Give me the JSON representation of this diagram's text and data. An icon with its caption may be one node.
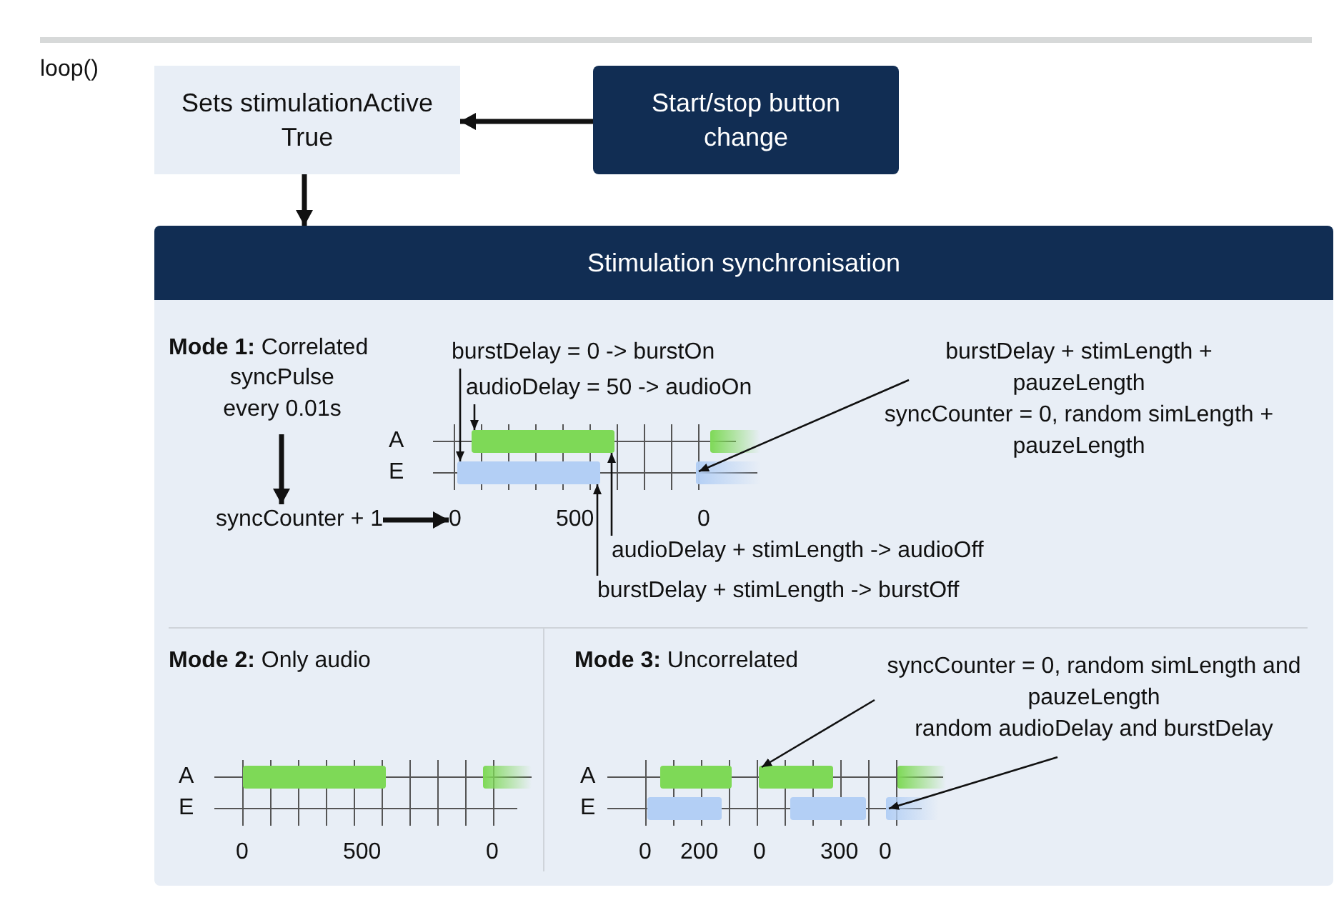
{
  "diagram": {
    "nodes": [
      {
        "text": [
          "Sets stimulationActive True"
        ]
      },
      {
        "text": [
          "Start/stop button change"
        ]
      },
      {
        "text": [
          "Stimulation synchronisation"
        ]
      },
      {
        "text": [
          "syncPulse every 0.01s"
        ],
        "in": 2
      },
      {
        "text": [
          "syncCounter + 1"
        ],
        "in": 2
      },
      {
        "text": [
          "0"
        ],
        "in": 2
      },
      {
        "text": [
          "burstDelay = 0 -> burstOn"
        ],
        "in": 2
      },
      {
        "text": [
          "audioDelay = 50 -> audioOn"
        ],
        "in": 2
      },
      {
        "text": [
          "burstDelay + stimLength + pauzeLength",
          "syncCounter = 0, random simLength + pauzeLength"
        ],
        "in": 2
      },
      {
        "text": [
          "audioDelay + stimLength -> audioOff"
        ],
        "in": 2
      },
      {
        "text": [
          "burstDelay + stimLength -> burstOff"
        ],
        "in": 2
      },
      {
        "text": [
          "syncCounter = 0, random simLength and pauzeLength",
          "random audioDelay and burstDelay"
        ],
        "in": 2
      },
      {
        "text": [],
        "shape": "bar",
        "in": 2
      },
      {
        "text": [],
        "shape": "bar",
        "in": 2
      },
      {
        "text": [],
        "shape": "bar",
        "in": 2
      },
      {
        "text": [],
        "shape": "bar",
        "in": 2
      },
      {
        "text": [],
        "shape": "bar",
        "in": 2
      },
      {
        "text": [],
        "shape": "bar",
        "in": 2
      },
      {
        "text": [],
        "shape": "bar",
        "in": 2
      },
      {
        "text": [],
        "shape": "bar",
        "in": 2
      },
      {
        "text": [],
        "shape": "bar",
        "in": 2
      },
      {
        "text": [],
        "shape": "bar",
        "in": 2
      },
      {
        "text": [],
        "shape": "bar",
        "in": 2
      },
      {
        "text": [],
        "shape": "bar",
        "in": 2
      }
    ],
    "edges": [
      {
        "from": 1,
        "to": 0,
        "arrow": "to",
        "style": "thick"
      },
      {
        "from": 0,
        "to": 2,
        "arrow": "to",
        "style": "thick"
      },
      {
        "from": 3,
        "to": 4,
        "arrow": "to",
        "style": "thick"
      },
      {
        "from": 4,
        "to": 5,
        "arrow": "to",
        "style": "thick"
      },
      {
        "from": 6,
        "to": 14,
        "arrow": "to"
      },
      {
        "from": 7,
        "to": 12,
        "arrow": "to"
      },
      {
        "from": 8,
        "to": 15,
        "arrow": "to"
      },
      {
        "from": 9,
        "to": 12,
        "arrow": "to"
      },
      {
        "from": 10,
        "to": 14,
        "arrow": "to"
      },
      {
        "from": 11,
        "to": 19,
        "arrow": "to"
      },
      {
        "from": 11,
        "to": 23,
        "arrow": "to"
      }
    ],
    "labels": [
      "loop()",
      "**Mode 1:** Correlated",
      "A",
      "E",
      "500",
      "0",
      "**Mode 2:** Only audio",
      "**Mode 3:** Uncorrelated",
      "A",
      "E",
      "A",
      "E",
      "0",
      "500",
      "0",
      "0",
      "200",
      "0",
      "300",
      "0"
    ]
  }
}
